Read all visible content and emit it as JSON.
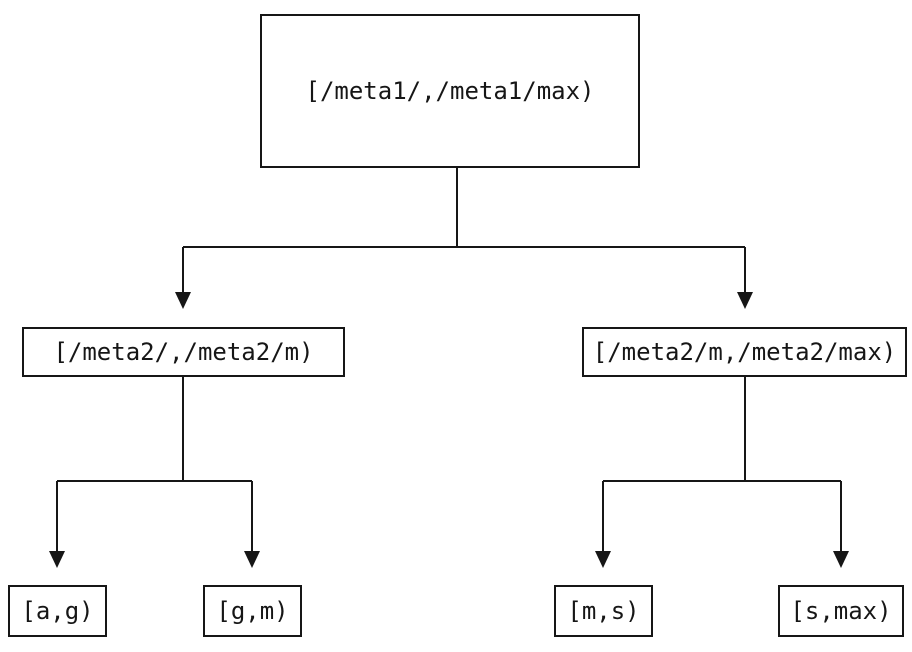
{
  "diagram": {
    "background_color": "#ffffff",
    "line_color": "#161616",
    "text_color": "#161616",
    "nodes": {
      "root": {
        "label": "[/meta1/,/meta1/max)"
      },
      "left_mid": {
        "label": "[/meta2/,/meta2/m)"
      },
      "right_mid": {
        "label": "[/meta2/m,/meta2/max)"
      },
      "leaf_ag": {
        "label": "[a,g)"
      },
      "leaf_gm": {
        "label": "[g,m)"
      },
      "leaf_ms": {
        "label": "[m,s)"
      },
      "leaf_smax": {
        "label": "[s,max)"
      }
    },
    "edges": [
      {
        "from": "root",
        "to": "left_mid"
      },
      {
        "from": "root",
        "to": "right_mid"
      },
      {
        "from": "left_mid",
        "to": "leaf_ag"
      },
      {
        "from": "left_mid",
        "to": "leaf_gm"
      },
      {
        "from": "right_mid",
        "to": "leaf_ms"
      },
      {
        "from": "right_mid",
        "to": "leaf_smax"
      }
    ]
  }
}
